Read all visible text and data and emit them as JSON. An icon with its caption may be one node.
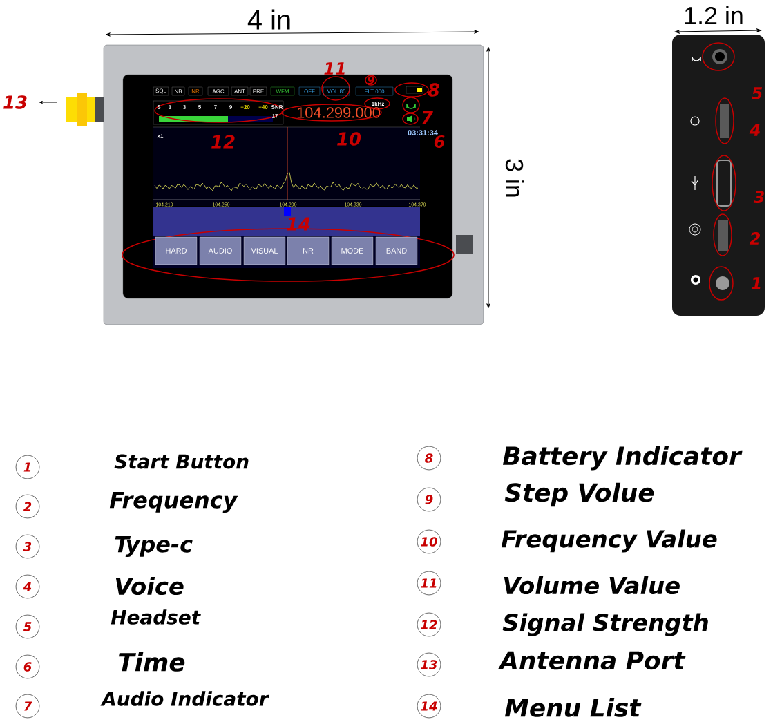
{
  "diagram": {
    "nodes": [
      {
        "text": [
          "SQL"
        ]
      },
      {
        "text": [
          "NB"
        ]
      },
      {
        "text": [
          "NR"
        ]
      },
      {
        "text": [
          "AGC"
        ]
      },
      {
        "text": [
          "ANT"
        ]
      },
      {
        "text": [
          "PRE"
        ]
      },
      {
        "text": [
          "WFM"
        ]
      },
      {
        "text": [
          "OFF"
        ]
      },
      {
        "text": [
          "VOL 85"
        ]
      },
      {
        "text": [
          "FLT",
          "000"
        ]
      },
      {
        "text": [
          "HARD"
        ]
      },
      {
        "text": [
          "AUDIO"
        ]
      },
      {
        "text": [
          "VISUAL"
        ]
      },
      {
        "text": [
          "NR"
        ]
      },
      {
        "text": [
          "MODE"
        ]
      },
      {
        "text": [
          "BAND"
        ]
      },
      {
        "text": [
          "1"
        ],
        "beside": [
          "Start Button"
        ]
      },
      {
        "text": [
          "2"
        ],
        "beside": [
          "Frequency"
        ]
      },
      {
        "text": [
          "3"
        ],
        "beside": [
          "Type-c"
        ]
      },
      {
        "text": [
          "4"
        ],
        "beside": [
          "Voice"
        ]
      },
      {
        "text": [
          "5"
        ],
        "beside": [
          "Headset"
        ]
      },
      {
        "text": [
          "6"
        ],
        "beside": [
          "Time"
        ]
      },
      {
        "text": [
          "7"
        ],
        "beside": [
          "Audio Indicator"
        ]
      },
      {
        "text": [
          "8"
        ],
        "beside": [
          "Battery Indicator"
        ]
      },
      {
        "text": [
          "9"
        ],
        "beside": [
          "Step Volue"
        ]
      },
      {
        "text": [
          "10"
        ],
        "beside": [
          "Frequency Value"
        ]
      },
      {
        "text": [
          "11"
        ],
        "beside": [
          "Volume Value"
        ]
      },
      {
        "text": [
          "12"
        ],
        "beside": [
          "Signal Strength"
        ]
      },
      {
        "text": [
          "13"
        ],
        "beside": [
          "Antenna Port"
        ]
      },
      {
        "text": [
          "14"
        ],
        "beside": [
          "Menu List"
        ]
      }
    ],
    "labels": [
      "4 in",
      "1.2 in",
      "13",
      "11",
      "9",
      "8",
      "7",
      "12",
      "10",
      "6",
      "14",
      "3 in",
      "5",
      "4",
      "3",
      "2",
      "1",
      "S",
      "1",
      "3",
      "5",
      "7",
      "9",
      "+20",
      "+40",
      "SNR",
      "17",
      "104.299.000",
      "1kHz",
      "x1",
      "03:31:34",
      "104.219",
      "104.259",
      "104.299",
      "104.339",
      "104.379"
    ]
  }
}
